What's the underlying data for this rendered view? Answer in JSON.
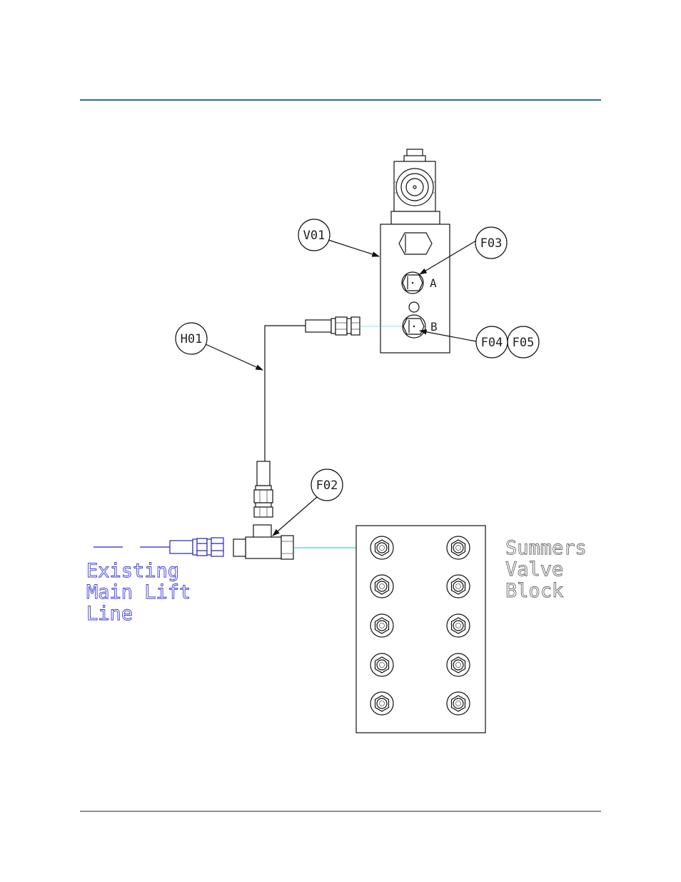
{
  "header": {
    "rule_color": "#2c6b8e"
  },
  "footer": {
    "rule_color": "#222222"
  },
  "callouts": {
    "v01": "V01",
    "f03": "F03",
    "h01": "H01",
    "f04": "F04",
    "f05": "F05",
    "f02": "F02"
  },
  "ports": {
    "a": "A",
    "b": "B"
  },
  "existing_line": {
    "line1": "Existing",
    "line2": "Main Lift",
    "line3": "Line",
    "color": "#3a3ad8"
  },
  "valve_block": {
    "line1": "Summers",
    "line2": "Valve",
    "line3": "Block"
  },
  "colors": {
    "hydraulic_link": "#19c3d6",
    "existing_line": "#2424b8"
  }
}
